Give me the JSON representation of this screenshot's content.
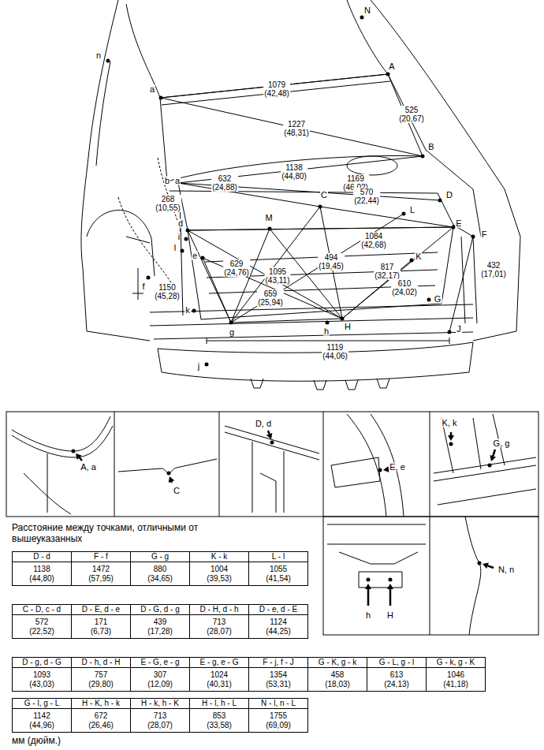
{
  "diagram": {
    "labels": [
      "n",
      "N",
      "A",
      "a",
      "B",
      "b",
      "a",
      "C",
      "D",
      "L",
      "E",
      "F",
      "M",
      "d",
      "i",
      "l",
      "e",
      "K",
      "f",
      "k",
      "G",
      "g",
      "h",
      "H",
      "J",
      "j",
      "1079 (42,48)",
      "525 (20,67)",
      "1227 (48,31)",
      "1138 (44,80)",
      "632 (24,88)",
      "1169 (46,02)",
      "268 (10,55)",
      "570 (22,44)",
      "1084 (42,68)",
      "629 (24,76)",
      "494 (19,45)",
      "1095 (43,11)",
      "817 (32,17)",
      "432 (17,01)",
      "610 (24,02)",
      "1150 (45,28)",
      "659 (25,94)",
      "1119 (44,06)",
      "A, a",
      "C",
      "D, d",
      "E, e",
      "K, k",
      "G, g",
      "h",
      "H",
      "N, n",
      "Расстояние между точками, отличными от вышеуказанных",
      "D - d",
      "F - f",
      "G - g",
      "K - k",
      "L - l",
      "1138 (44,80)",
      "1472 (57,95)",
      "880 (34,65)",
      "1004 (39,53)",
      "1055 (41,54)",
      "C - D, c - d",
      "D - E, d - e",
      "D - G, d - g",
      "D - H, d - h",
      "D - e, d - E",
      "572 (22,52)",
      "171 (6,73)",
      "439 (17,28)",
      "713 (28,07)",
      "1124 (44,25)",
      "D - g, d - G",
      "D - h, d - H",
      "E - G, e - g",
      "E - g, e - G",
      "F - j, f - J",
      "G - K, g - k",
      "G - L, g - l",
      "G - k, g - K",
      "1093 (43,03)",
      "757 (29,80)",
      "307 (12,09)",
      "1024 (40,31)",
      "1354 (53,31)",
      "458 (18,03)",
      "613 (24,13)",
      "1046 (41,18)",
      "G - l, g - L",
      "H - K, h - k",
      "H - k, h - K",
      "H - l, h - L",
      "N - l, n - L",
      "1142 (44,96)",
      "672 (26,46)",
      "713 (28,07)",
      "853 (33,58)",
      "1755 (69,09)",
      "мм (дюйм.)"
    ]
  }
}
